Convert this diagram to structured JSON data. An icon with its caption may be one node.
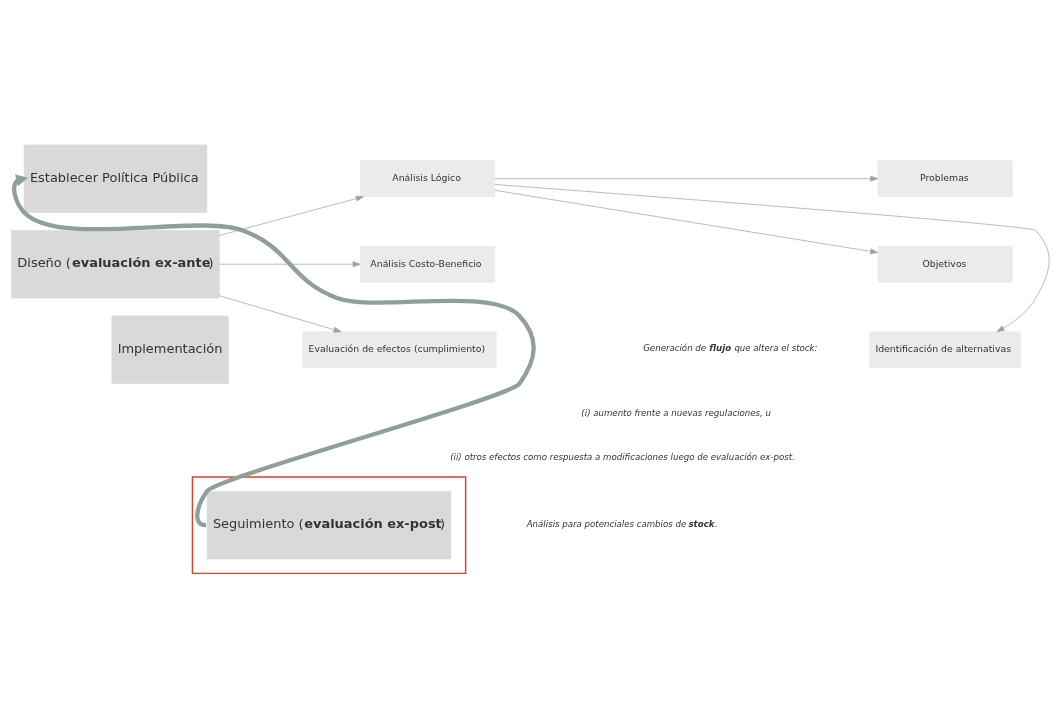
{
  "diagram": {
    "nodes": [
      {
        "text": [
          "Establecer Política Pública"
        ]
      },
      {
        "text": [
          "Diseño (**evaluación ex-ante**)"
        ]
      },
      {
        "text": [
          "Implementación"
        ]
      },
      {
        "text": [],
        "shape": "box"
      },
      {
        "text": [
          "Seguimiento (**evaluación ex-post**)"
        ],
        "in": 3
      },
      {
        "text": [
          "Análisis Lógico"
        ]
      },
      {
        "text": [
          "Análisis Costo-Beneficio"
        ]
      },
      {
        "text": [
          "Evaluación de efectos (cumplimiento)"
        ]
      },
      {
        "text": [
          "Problemas"
        ]
      },
      {
        "text": [
          "Objetivos"
        ]
      },
      {
        "text": [
          "Identificación de alternativas"
        ]
      }
    ],
    "edges": [
      {
        "from": 4,
        "to": 0,
        "arrow": "to",
        "style": "thick",
        "color": "#8fa09a"
      },
      {
        "from": 1,
        "to": 5,
        "arrow": "to"
      },
      {
        "from": 1,
        "to": 6,
        "arrow": "to"
      },
      {
        "from": 1,
        "to": 7,
        "arrow": "to"
      },
      {
        "from": 5,
        "to": 8,
        "arrow": "to"
      },
      {
        "from": 5,
        "to": 9,
        "arrow": "to"
      },
      {
        "from": 5,
        "to": 10,
        "arrow": "to"
      }
    ],
    "labels": [
      "Generación de **flujo** que altera el stock:",
      "(i) aumento frente a nuevas regulaciones, u",
      "(ii) otros efectos como respuesta a modificaciones luego de evaluación ex-post.",
      "Análisis para potenciales cambios de **stock**."
    ]
  }
}
